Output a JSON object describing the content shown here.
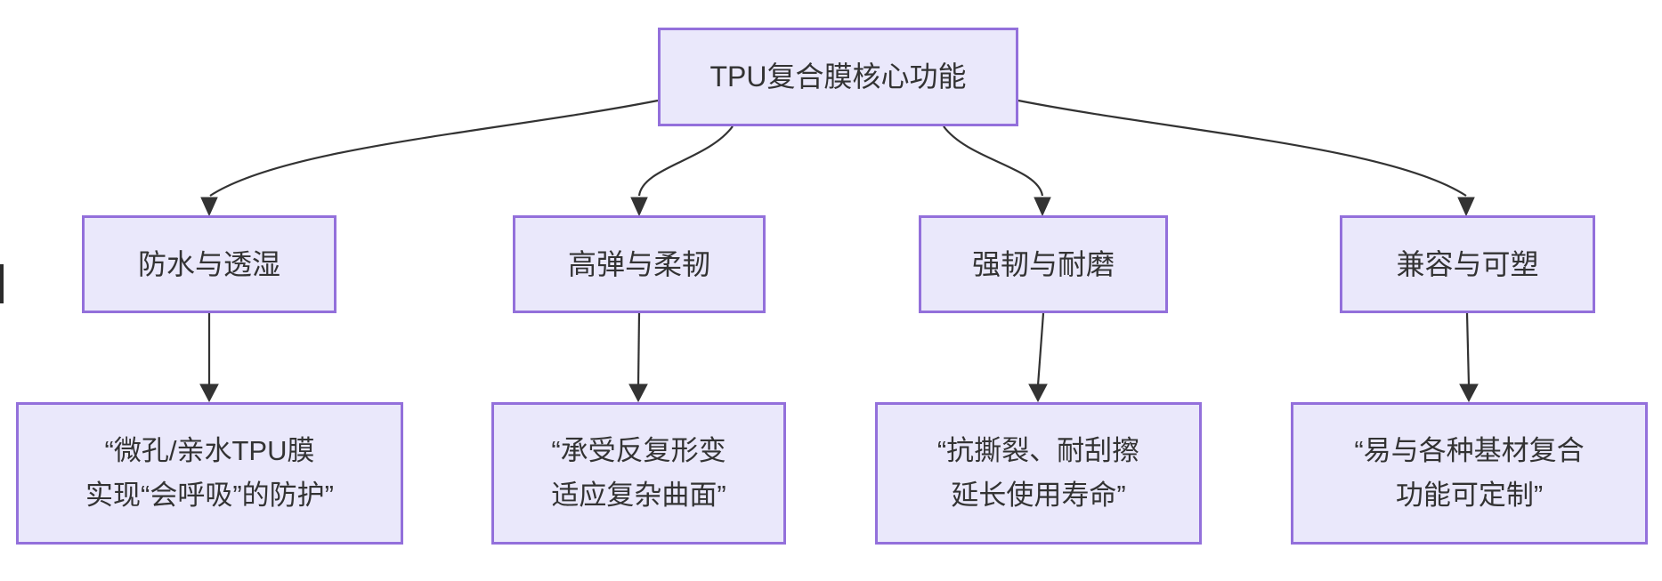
{
  "diagram": {
    "type": "flowchart-top-down",
    "root": {
      "label": "TPU复合膜核心功能"
    },
    "branches": [
      {
        "label": "防水与透湿",
        "quote_line1": "“微孔/亲水TPU膜",
        "quote_line2": "实现“会呼吸”的防护”"
      },
      {
        "label": "高弹与柔韧",
        "quote_line1": "“承受反复形变",
        "quote_line2": "适应复杂曲面”"
      },
      {
        "label": "强韧与耐磨",
        "quote_line1": "“抗撕裂、耐刮擦",
        "quote_line2": "延长使用寿命”"
      },
      {
        "label": "兼容与可塑",
        "quote_line1": "“易与各种基材复合",
        "quote_line2": "功能可定制”"
      }
    ],
    "colors": {
      "node_fill": "#EAE8FB",
      "node_border": "#9370DB",
      "edge": "#333333",
      "text": "#333333",
      "background": "#FFFFFF"
    }
  }
}
